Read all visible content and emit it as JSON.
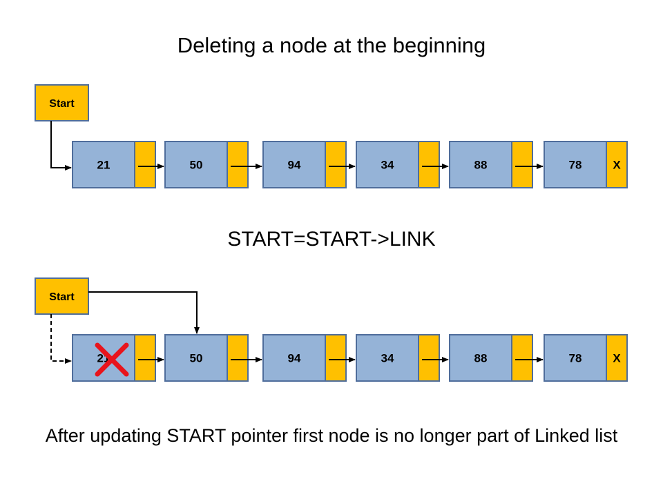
{
  "title": "Deleting a node at the beginning",
  "formula": "START=START->LINK",
  "caption": "After updating START pointer first node is no longer part of Linked list",
  "start_label": "Start",
  "null_label": "X",
  "before_list": {
    "nodes": [
      "21",
      "50",
      "94",
      "34",
      "88",
      "78"
    ]
  },
  "after_list": {
    "nodes": [
      "21",
      "50",
      "94",
      "34",
      "88",
      "78"
    ],
    "deleted_index": 0
  },
  "colors": {
    "data_fill": "#95b3d7",
    "link_fill": "#ffc000",
    "border": "#4f6d9b",
    "cross": "#e8141c"
  }
}
